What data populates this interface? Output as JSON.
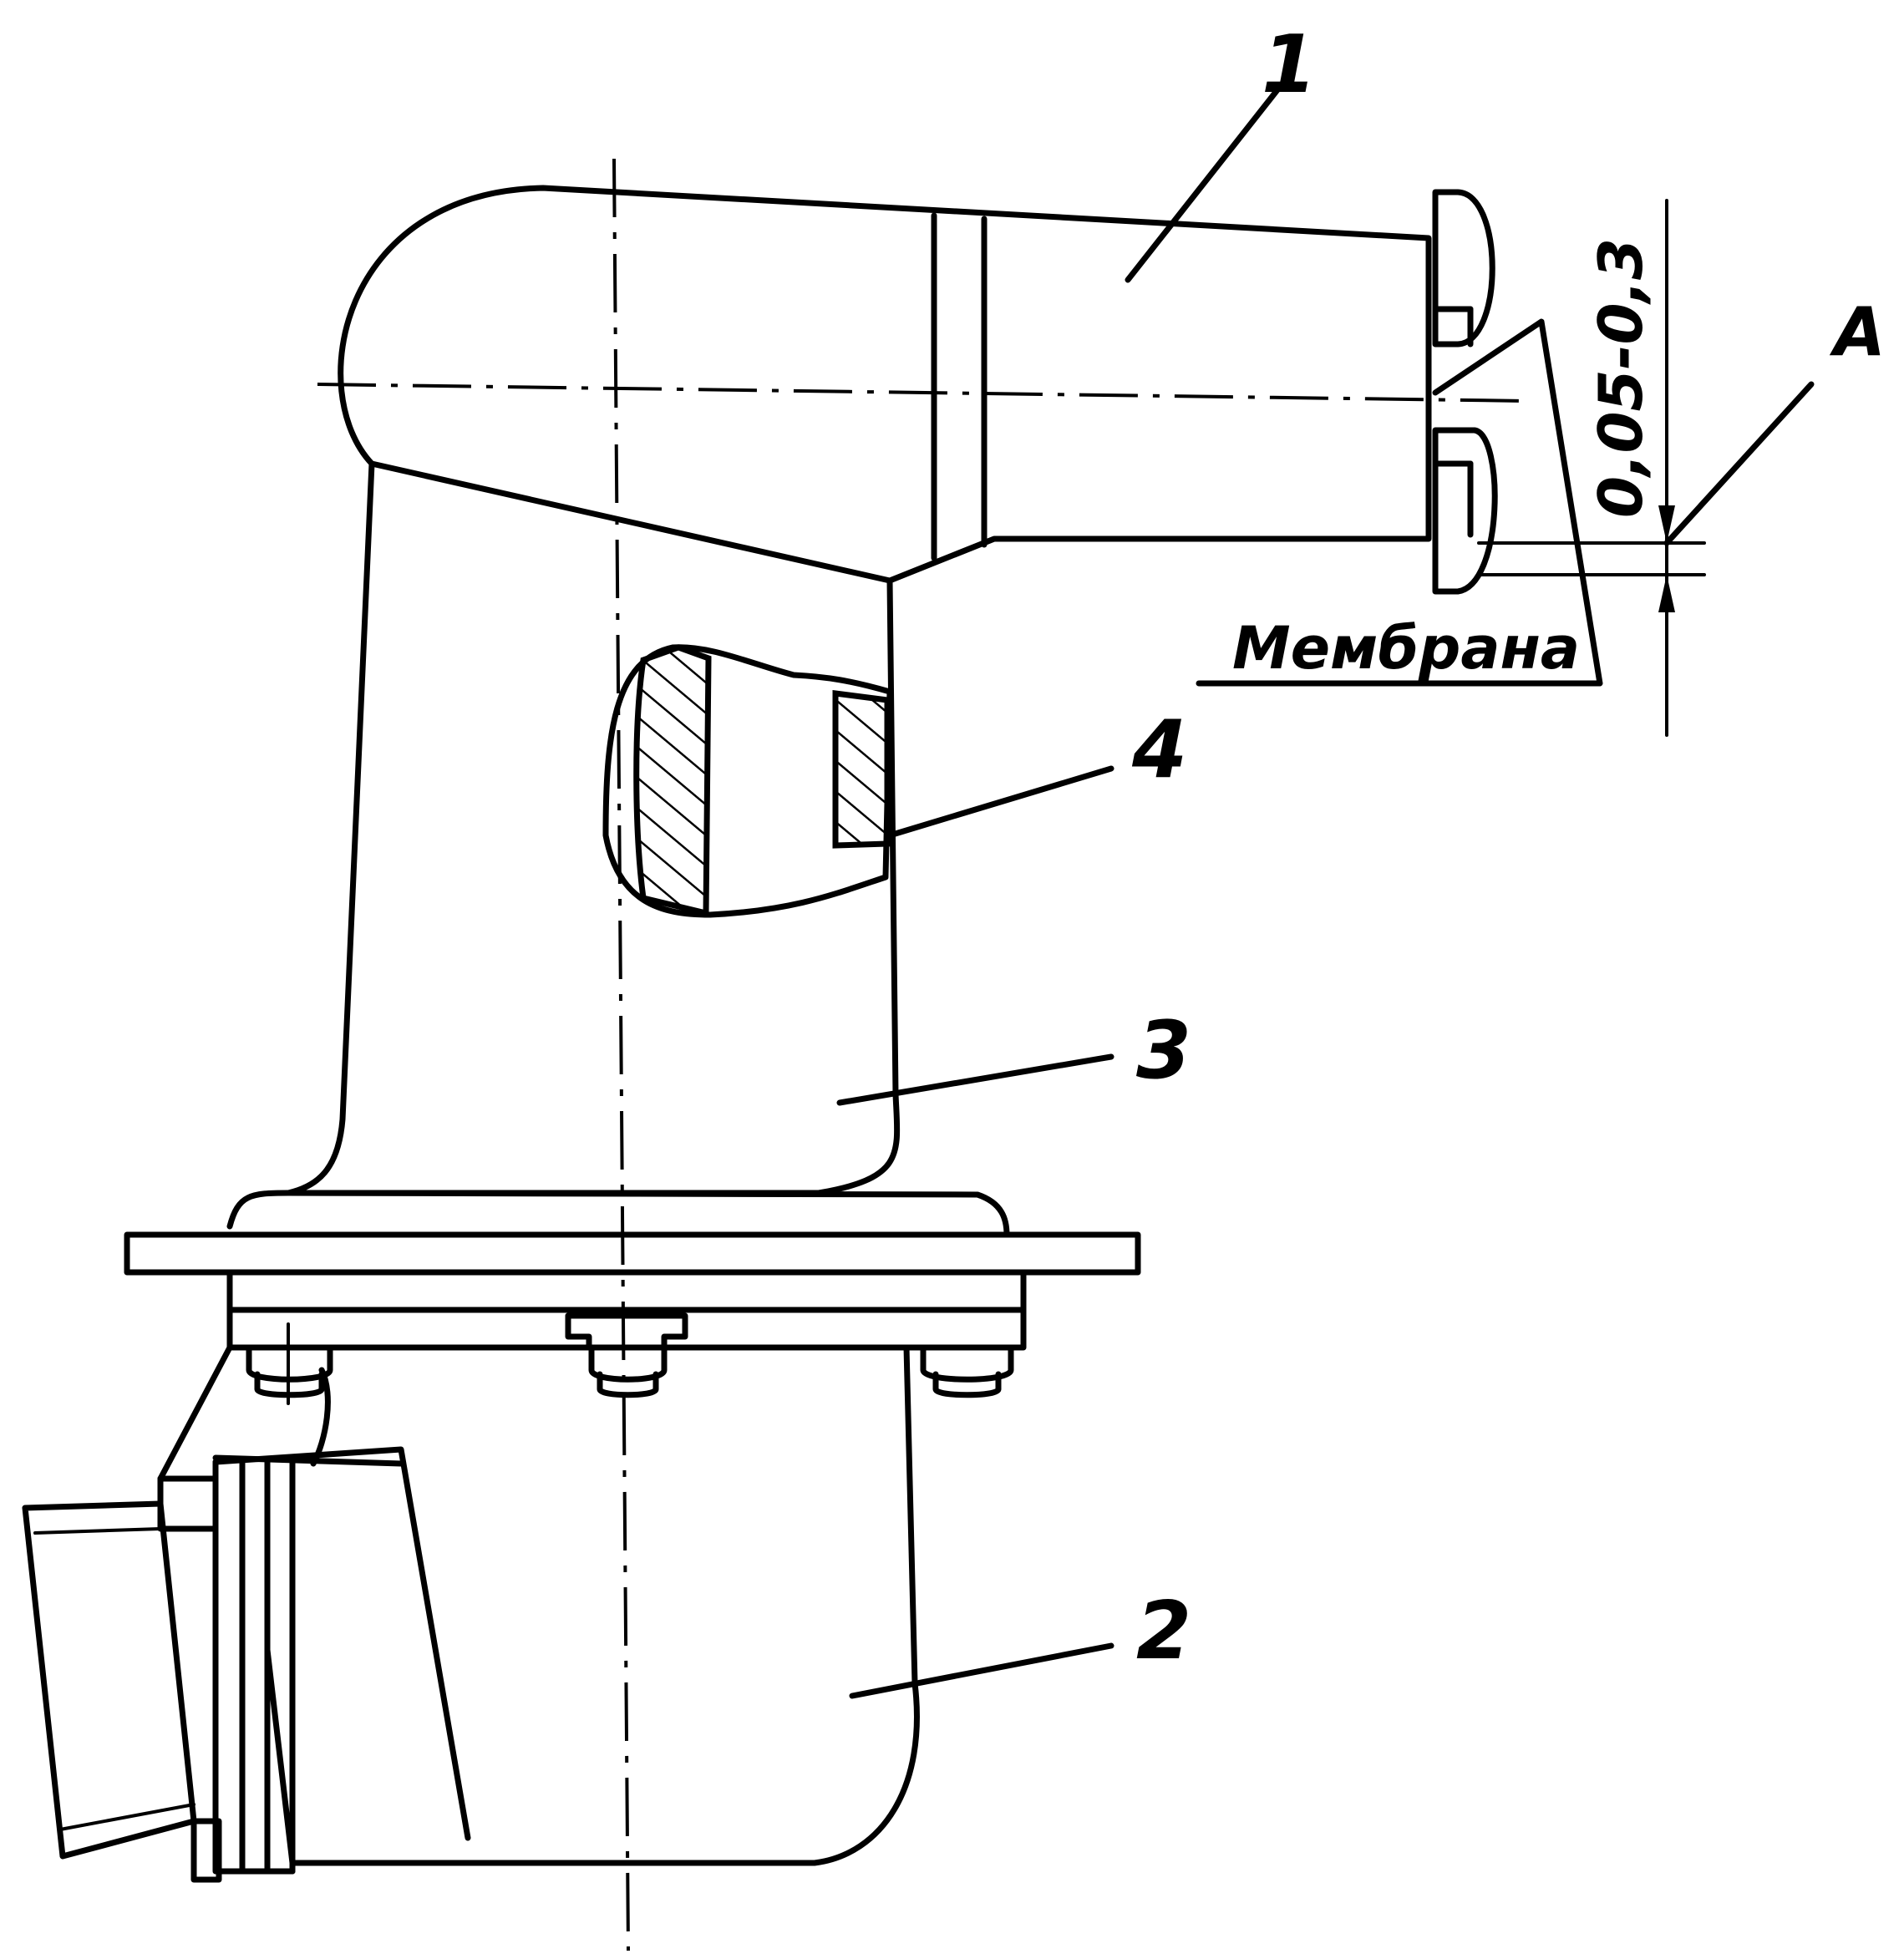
{
  "labels": {
    "part_1": "1",
    "part_2": "2",
    "part_3": "3",
    "part_4": "4",
    "point_a": "A",
    "membrane": "Мембрана",
    "gap": "0,05-0,3"
  }
}
